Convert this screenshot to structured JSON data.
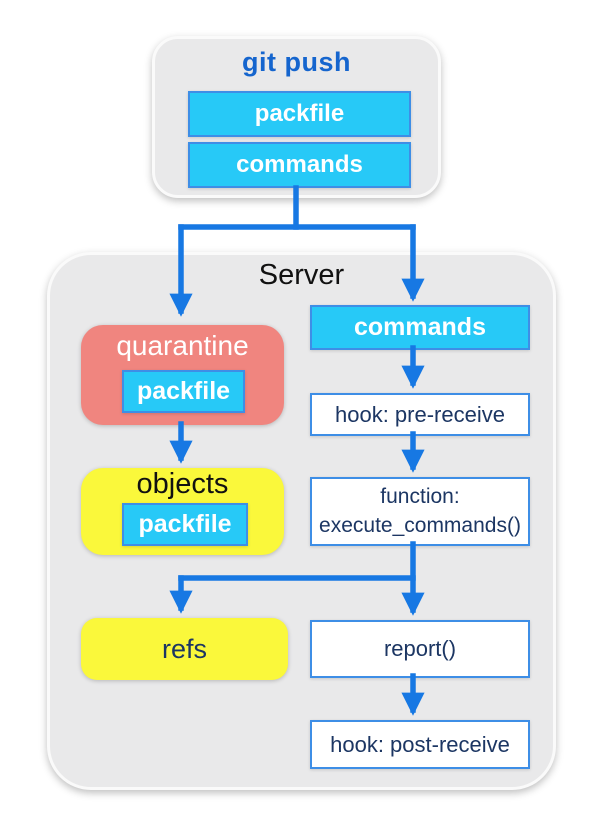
{
  "diagram": {
    "client": {
      "title": "git push",
      "items": [
        "packfile",
        "commands"
      ]
    },
    "server": {
      "title": "Server",
      "quarantine": {
        "label": "quarantine",
        "item": "packfile"
      },
      "objects": {
        "label": "objects",
        "item": "packfile"
      },
      "refs": {
        "label": "refs"
      },
      "commands": {
        "label": "commands"
      },
      "pre_receive": {
        "label": "hook: pre-receive"
      },
      "function_call": {
        "line1": "function:",
        "line2": "execute_commands()"
      },
      "report": {
        "label": "report()"
      },
      "post_receive": {
        "label": "hook: post-receive"
      }
    },
    "colors": {
      "cyan_fill": "#27C9F7",
      "blue_border": "#3E8EE6",
      "arrow_blue": "#1778E3",
      "salmon": "#F0857F",
      "yellow": "#FAF83B",
      "navy_text": "#1C3663",
      "git_push_blue": "#1565CE",
      "container_gray": "#E9E9EA"
    }
  }
}
